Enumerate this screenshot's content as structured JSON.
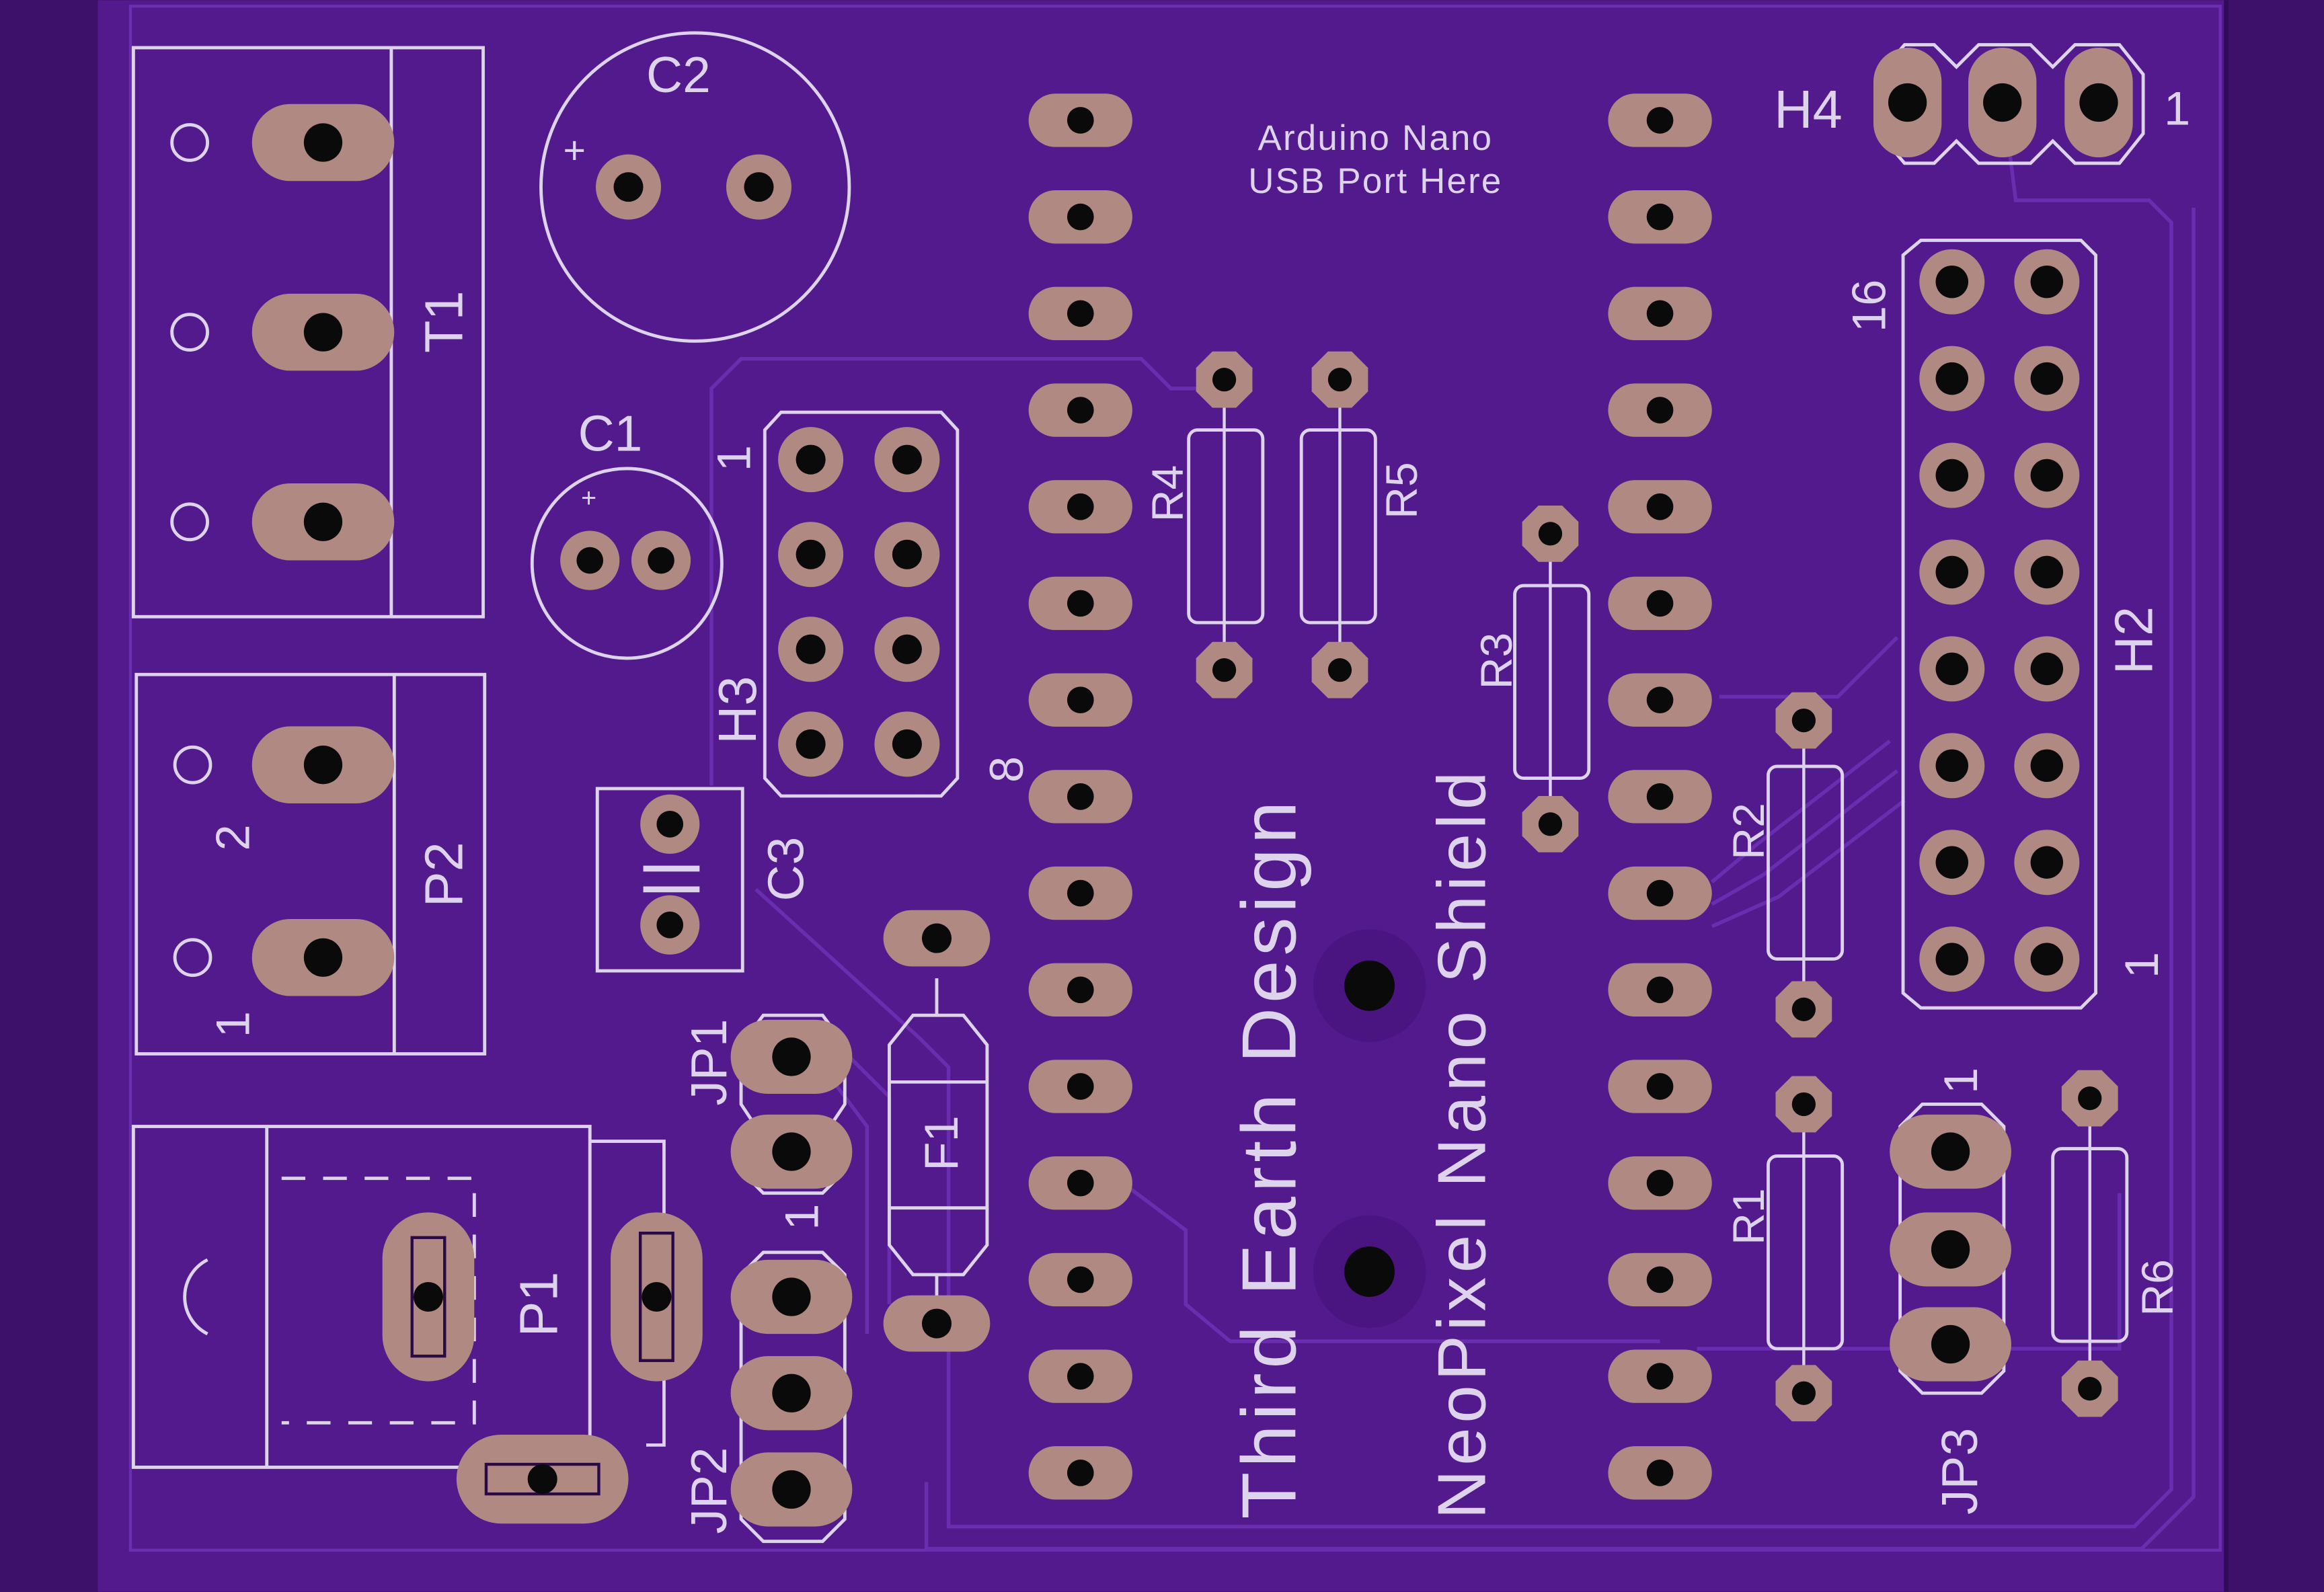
{
  "colors": {
    "background": "#3d1169",
    "board": "#521a8c",
    "trace": "#5e23a0",
    "silkscreen": "#ddd3ec",
    "pad": "#b08a82",
    "hole": "#0a0a0a"
  },
  "board_text": {
    "company": "Third Earth Design",
    "product": "NeoPixel Nano Shield",
    "usb_note_line1": "Arduino Nano",
    "usb_note_line2": "USB Port Here"
  },
  "designators": {
    "c1": "C1",
    "c2": "C2",
    "c3": "C3",
    "t1": "T1",
    "p1": "P1",
    "p2": "P2",
    "h2": "H2",
    "h3": "H3",
    "h4": "H4",
    "r1": "R1",
    "r2": "R2",
    "r3": "R3",
    "r4": "R4",
    "r5": "R5",
    "r6": "R6",
    "f1": "F1",
    "jp1": "JP1",
    "jp2": "JP2",
    "jp3": "JP3"
  },
  "pin_markers": {
    "h4_pin1": "1",
    "h2_pin16": "16",
    "h2_pin1": "1",
    "h3_pin1": "1",
    "h3_pin8": "8",
    "p2_pin2": "2",
    "p2_pin1": "1",
    "jp1_pin1": "1",
    "jp3_pin1": "1",
    "c_plus": "+"
  }
}
